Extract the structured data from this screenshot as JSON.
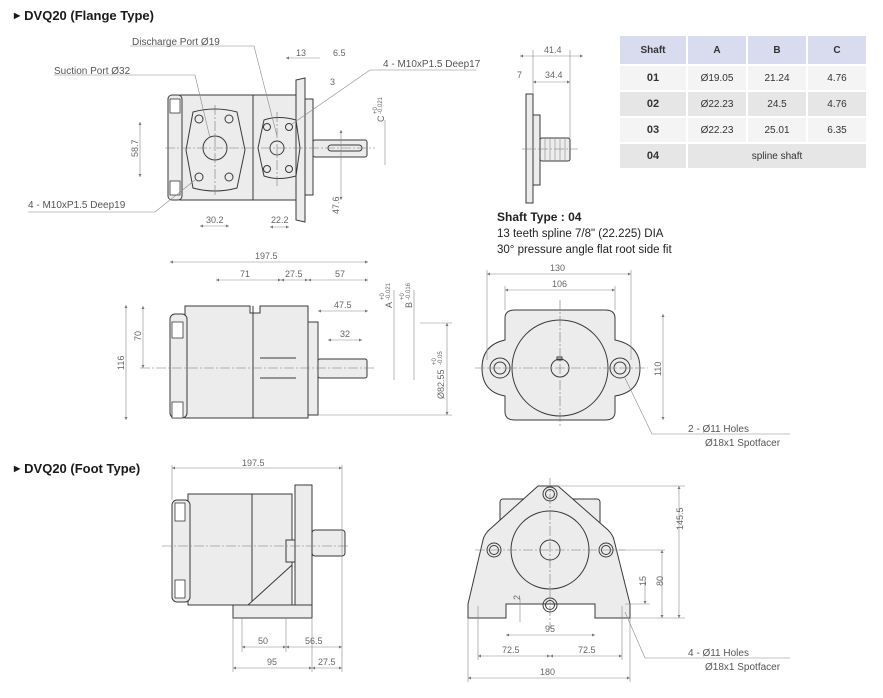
{
  "sections": {
    "flange_title": "DVQ20 (Flange Type)",
    "foot_title": "DVQ20 (Foot Type)"
  },
  "flange_top": {
    "discharge_port": "Discharge Port Ø19",
    "suction_port": "Suction Port Ø32",
    "tap_discharge": "4 - M10xP1.5  Deep17",
    "tap_suction": "4 - M10xP1.5  Deep19",
    "d13": "13",
    "d6_5": "6.5",
    "d3": "3",
    "c_label": "C",
    "c_tol_hi": "+0",
    "c_tol_lo": "-0.021",
    "d58_7": "58.7",
    "d47_6": "47.6",
    "d30_2": "30.2",
    "d22_2": "22.2"
  },
  "spline_view": {
    "d41_4": "41.4",
    "d7": "7",
    "d34_4": "34.4"
  },
  "shaft_table": {
    "headers": [
      "Shaft",
      "A",
      "B",
      "C"
    ],
    "rows": [
      {
        "shaft": "01",
        "a": "Ø19.05",
        "b": "21.24",
        "c": "4.76"
      },
      {
        "shaft": "02",
        "a": "Ø22.23",
        "b": "24.5",
        "c": "4.76"
      },
      {
        "shaft": "03",
        "a": "Ø22.23",
        "b": "25.01",
        "c": "6.35"
      },
      {
        "shaft": "04",
        "merged": "spline shaft"
      }
    ]
  },
  "shaft_note": {
    "title": "Shaft Type : 04",
    "line1": "13 teeth spline 7/8\" (22.225) DIA",
    "line2": "30° pressure angle flat root side fit"
  },
  "flange_side": {
    "d197_5": "197.5",
    "d71": "71",
    "d27_5": "27.5",
    "d57": "57",
    "d47_5": "47.5",
    "d32": "32",
    "d116": "116",
    "d70": "70",
    "a_label": "A",
    "a_tol_hi": "+0",
    "a_tol_lo": "-0.021",
    "b_label": "B",
    "b_tol_hi": "+0",
    "b_tol_lo": "-0.016",
    "pilot": "Ø82.55",
    "pilot_tol_hi": "+0",
    "pilot_tol_lo": "-0.05"
  },
  "flange_front": {
    "d130": "130",
    "d106": "106",
    "d110": "110",
    "holes": "2 - Ø11 Holes",
    "spotface": "Ø18x1 Spotfacer"
  },
  "foot_side": {
    "d197_5": "197.5",
    "d50": "50",
    "d56_5": "56.5",
    "d95": "95",
    "d27_5": "27.5"
  },
  "foot_front": {
    "d145_5": "145.5",
    "d80": "80",
    "d15": "15",
    "d2": "2",
    "d95": "95",
    "d72_5_l": "72.5",
    "d72_5_r": "72.5",
    "d180": "180",
    "holes": "4 - Ø11 Holes",
    "spotface": "Ø18x1 Spotfacer"
  }
}
